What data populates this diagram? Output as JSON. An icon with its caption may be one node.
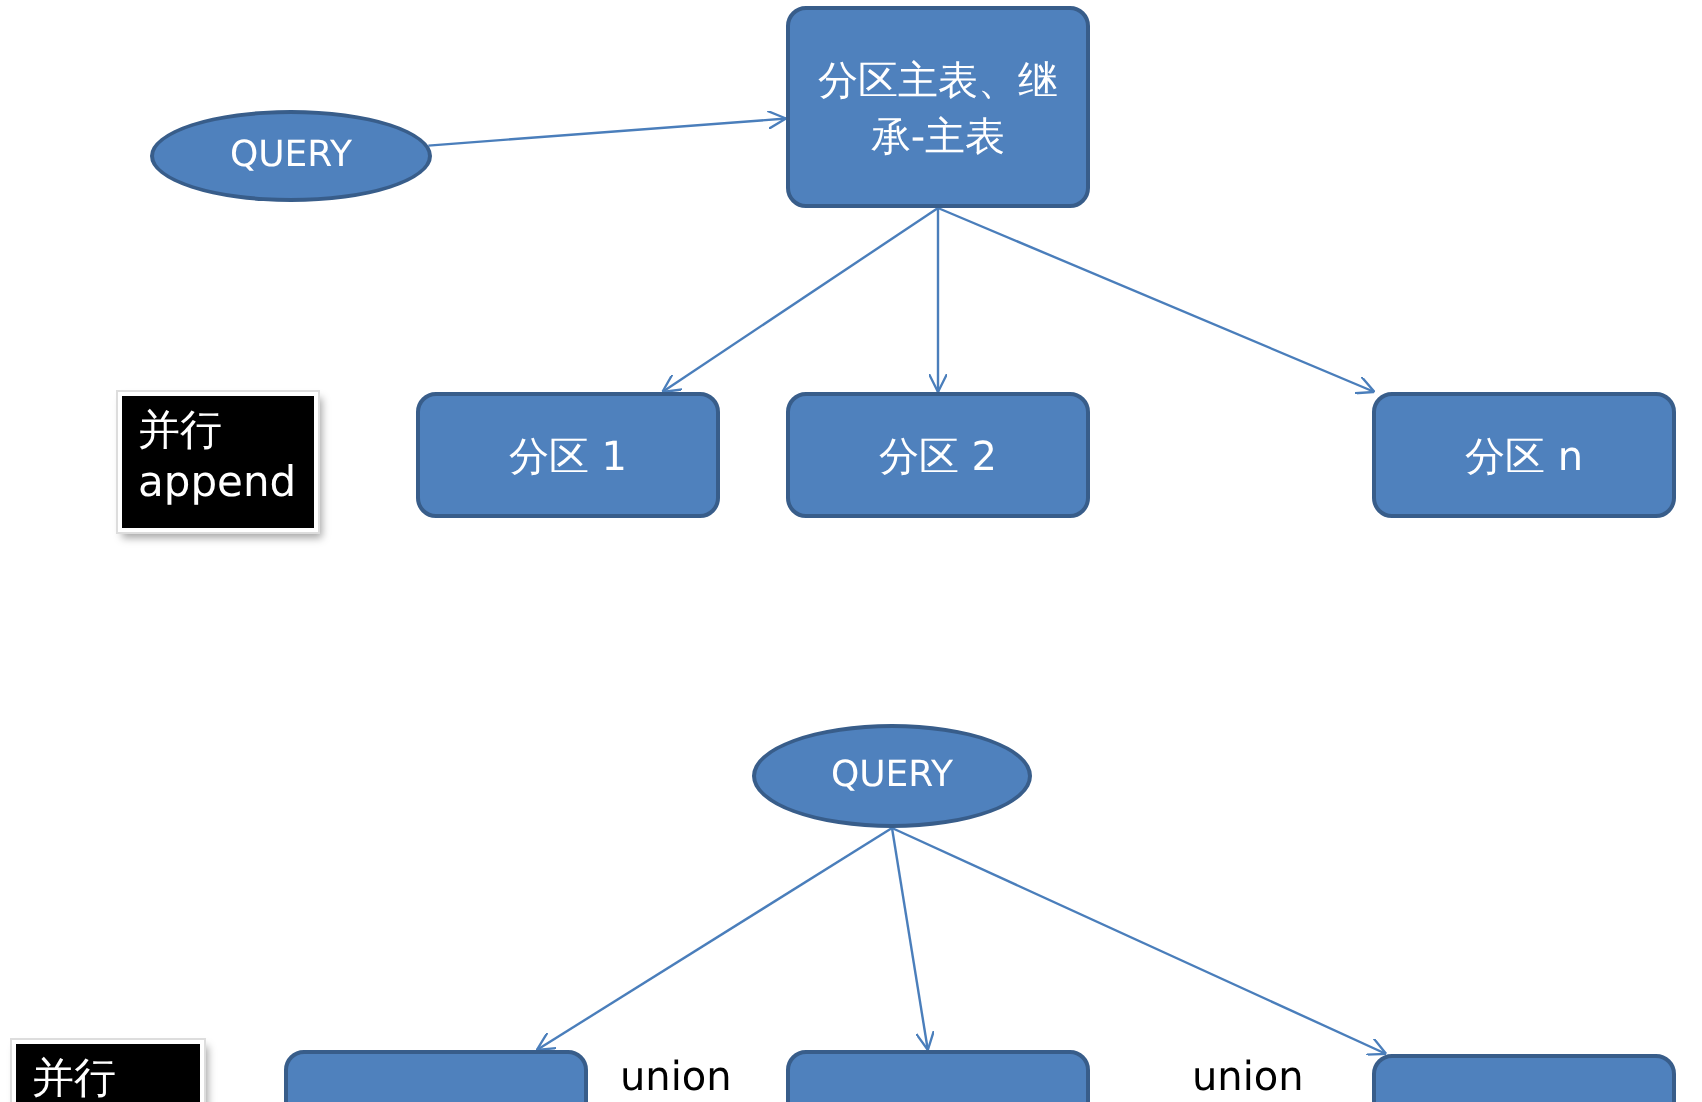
{
  "diagram": {
    "nodes": [
      {
        "text": [
          "QUERY"
        ]
      },
      {
        "text": [
          "分区主表、继承-主表"
        ]
      },
      {
        "text": [
          "并行 append"
        ]
      },
      {
        "text": [
          "分区 1"
        ]
      },
      {
        "text": [
          "分区 2"
        ]
      },
      {
        "text": [
          "分区 n"
        ]
      },
      {
        "text": [
          "QUERY"
        ]
      },
      {
        "text": [
          "并行"
        ]
      },
      {
        "text": [],
        "shape": "box"
      },
      {
        "text": [],
        "shape": "box"
      },
      {
        "text": [],
        "shape": "box"
      }
    ],
    "edges": [
      {
        "from": 0,
        "to": 1,
        "arrow": "to"
      },
      {
        "from": 1,
        "to": 3,
        "arrow": "to"
      },
      {
        "from": 1,
        "to": 4,
        "arrow": "to"
      },
      {
        "from": 1,
        "to": 5,
        "arrow": "to"
      },
      {
        "from": 6,
        "to": 8,
        "arrow": "to"
      },
      {
        "from": 6,
        "to": 9,
        "arrow": "to"
      },
      {
        "from": 6,
        "to": 10,
        "arrow": "to"
      }
    ],
    "labels": [
      "union",
      "union"
    ]
  }
}
